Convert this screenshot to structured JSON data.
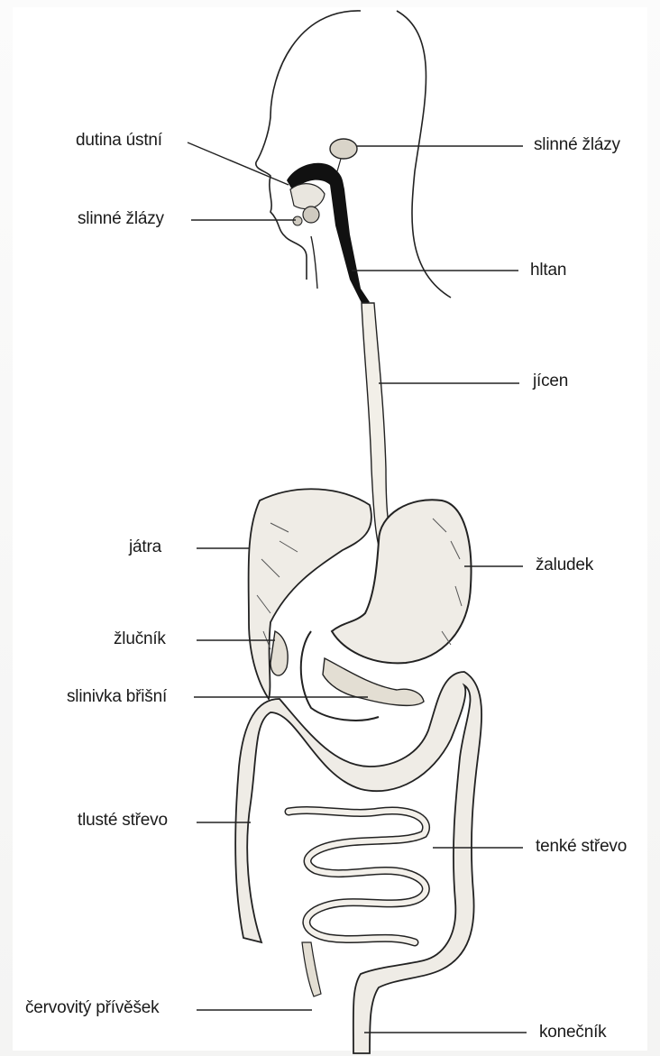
{
  "labels": {
    "dutina_ustni": "dutina ústní",
    "slinne_zlazy_left": "slinné žlázy",
    "slinne_zlazy_right": "slinné žlázy",
    "hltan": "hltan",
    "jicen": "jícen",
    "jatra": "játra",
    "zaludek": "žaludek",
    "zlucnik": "žlučník",
    "slinivka": "slinivka břišní",
    "tluste_strevo": "tlusté střevo",
    "tenke_strevo": "tenké střevo",
    "cervovity": "červovitý přívěšek",
    "konecnik": "konečník"
  },
  "colors": {
    "ink": "#1a1a1a",
    "organ_fill": "#efece6",
    "dark": "#111111"
  }
}
